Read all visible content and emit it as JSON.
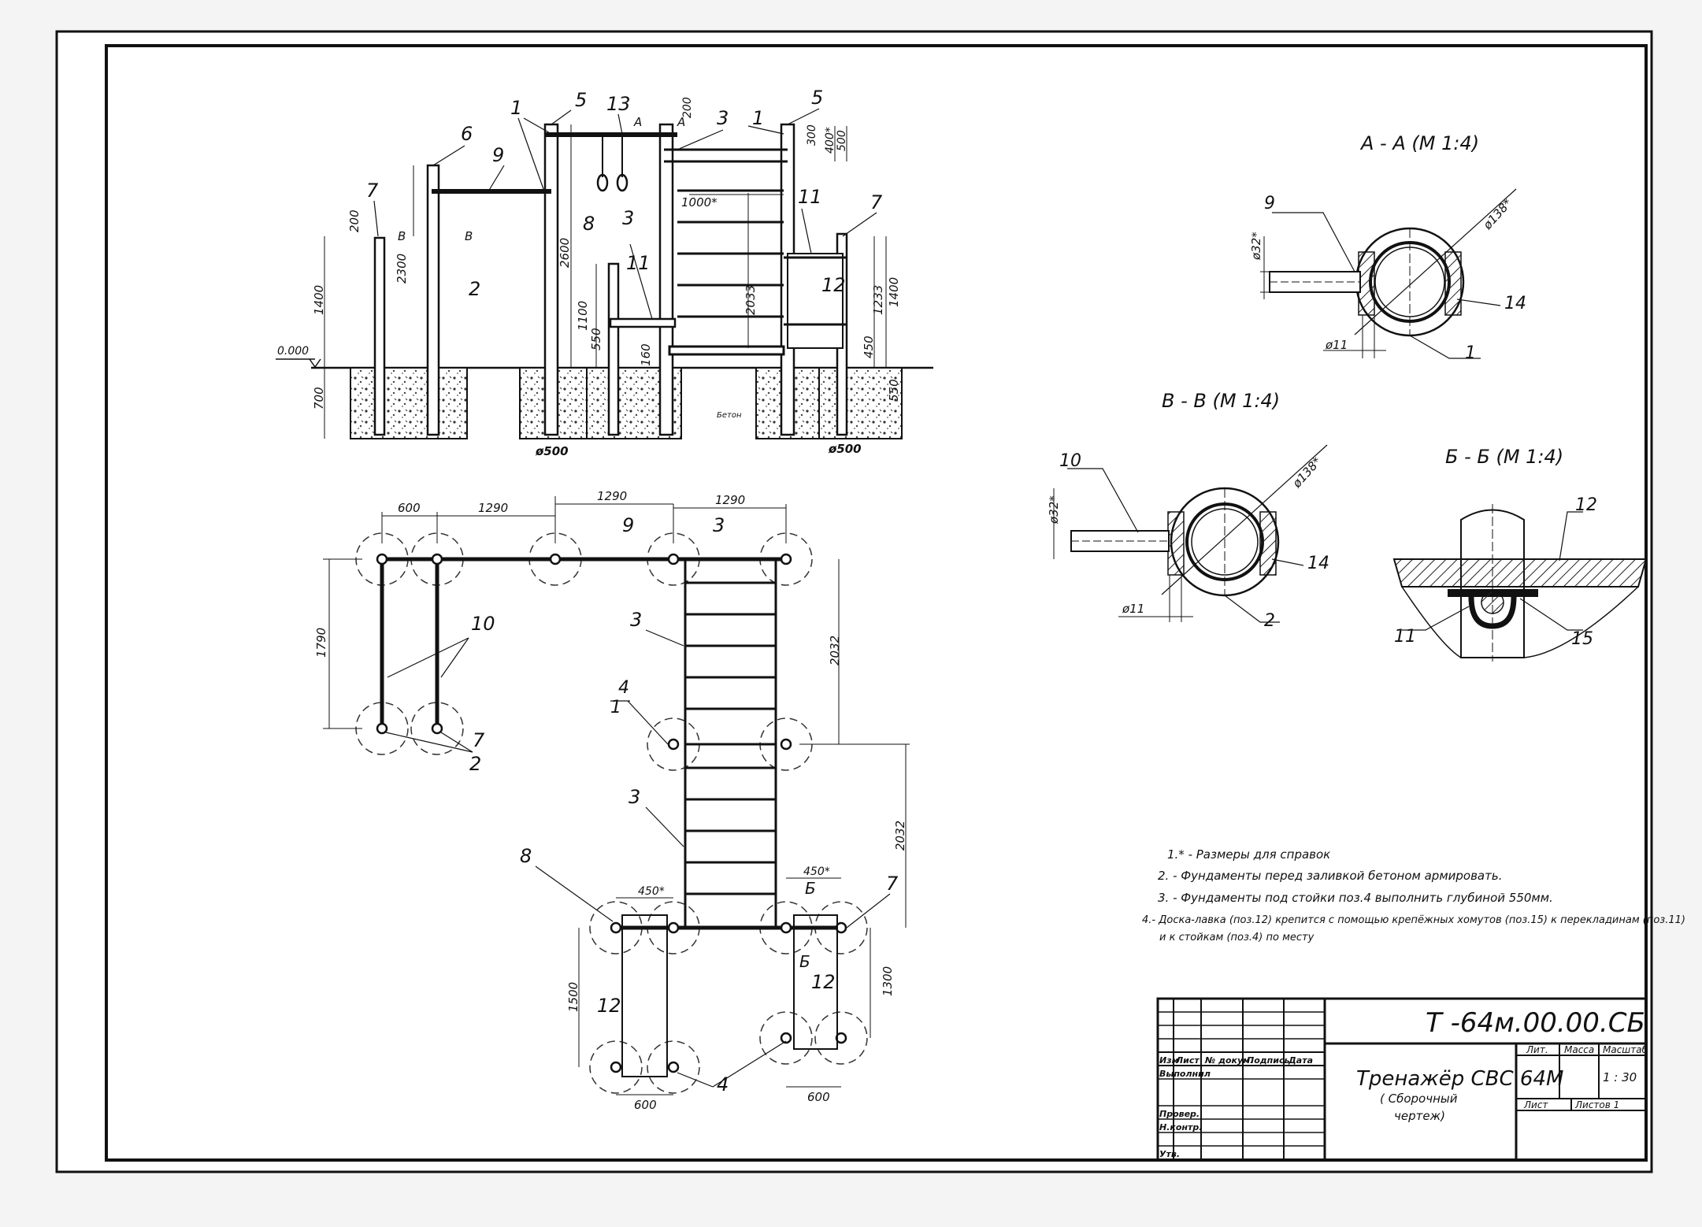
{
  "title_block": {
    "designation": "Т -64м.00.00.СБ",
    "name_line1": "Тренажёр СВС 64М",
    "name_line2": "( Сборочный",
    "name_line3": "чертеж)",
    "col_headers": [
      "Изм",
      "Лист",
      "№ докум.",
      "Подпись",
      "Дата"
    ],
    "roles": [
      "Выполнил",
      "Провер.",
      "Н.контр.",
      "Утв."
    ],
    "lit_label": "Лит.",
    "mass_label": "Масса",
    "scale_label": "Масштаб",
    "scale_value": "1 : 30",
    "sheet_label": "Лист",
    "sheets_label": "Листов 1"
  },
  "notes": [
    "1.* - Размеры для справок",
    "2. - Фундаменты перед заливкой бетоном армировать.",
    "3. - Фундаменты под стойки поз.4 выполнить глубиной 550мм.",
    "4.- Доска-лавка (поз.12) крепится с помощью крепёжных хомутов (поз.15) к перекладинам (поз.11)",
    "и к стойкам (поз.4) по месту"
  ],
  "section_titles": {
    "aa": "А - А (М 1:4)",
    "vv": "В - В (М 1:4)",
    "bb": "Б - Б (М 1:4)"
  },
  "section_labels": {
    "aa_pos9": "9",
    "aa_d32": "ø32*",
    "aa_d138": "ø138*",
    "aa_pos14": "14",
    "aa_d11": "ø11",
    "aa_pos1": "1",
    "vv_pos10": "10",
    "vv_d32": "ø32*",
    "vv_d138": "ø138*",
    "vv_pos14": "14",
    "vv_d11": "ø11",
    "vv_pos2": "2",
    "bb_pos12": "12",
    "bb_pos11": "11",
    "bb_pos15": "15"
  },
  "elevation_labels": {
    "pos": [
      "1",
      "5",
      "13",
      "3",
      "1",
      "5",
      "6",
      "9",
      "7",
      "7",
      "2",
      "8",
      "11",
      "3",
      "11",
      "12"
    ],
    "dims": [
      "200",
      "2300",
      "1400",
      "700",
      "2600",
      "1100",
      "550",
      "160",
      "1000*",
      "2033",
      "300",
      "400*",
      "500",
      "200",
      "1233",
      "1400",
      "450",
      "550",
      "ø500",
      "ø500"
    ],
    "zero": "0.000",
    "concrete": "Бетон",
    "cut_a": "A",
    "cut_b": "В"
  },
  "plan_labels": {
    "top_dims": [
      "600",
      "1290",
      "1290",
      "1290"
    ],
    "side_dims": [
      "1790",
      "2032",
      "2032",
      "1500",
      "1300",
      "600",
      "600",
      "450*",
      "450*"
    ],
    "pos": [
      "9",
      "3",
      "3",
      "10",
      "4",
      "1",
      "3",
      "7",
      "2",
      "8",
      "7",
      "12",
      "12",
      "4",
      "Б",
      "Б"
    ]
  }
}
